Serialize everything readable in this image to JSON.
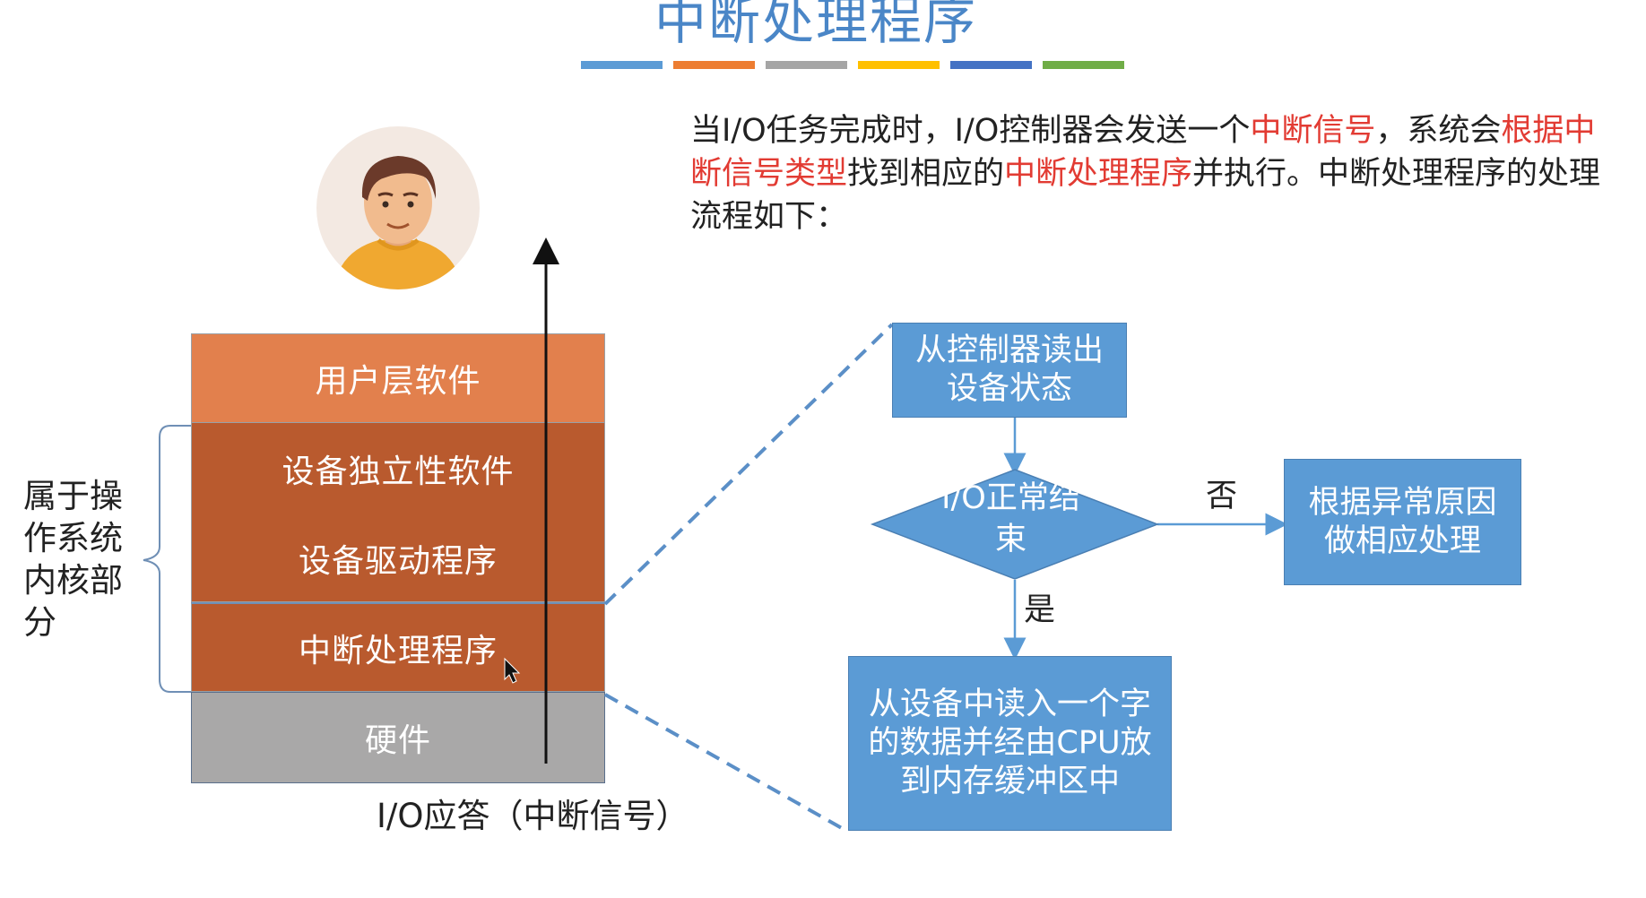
{
  "title": "中断处理程序",
  "accent_colors": [
    "#5b9bd5",
    "#ed7d31",
    "#a5a5a5",
    "#ffc000",
    "#4472c4",
    "#70ad47"
  ],
  "intro": {
    "p1": "当I/O任务完成时，I/O控制器会发送一个",
    "h1": "中断信号",
    "p2": "，系统会",
    "h2": "根据中断信号类型",
    "p3": "找到相应的",
    "h3": "中断处理程序",
    "p4": "并执行。中断处理程序的处理流程如下："
  },
  "layers": {
    "user": "用户层软件",
    "independent": "设备独立性软件",
    "driver": "设备驱动程序",
    "interrupt": "中断处理程序",
    "hardware": "硬件"
  },
  "brace_label": "属于操作系统内核部分",
  "io_ack": "I/O应答（中断信号）",
  "flow": {
    "read_status": "从控制器读出设备状态",
    "decision": "I/O正常结束",
    "no_label": "否",
    "yes_label": "是",
    "handle_error": "根据异常原因做相应处理",
    "read_data": "从设备中读入一个字的数据并经由CPU放到内存缓冲区中"
  },
  "icons": {
    "avatar": "user-avatar-icon",
    "cursor": "mouse-cursor-icon"
  }
}
